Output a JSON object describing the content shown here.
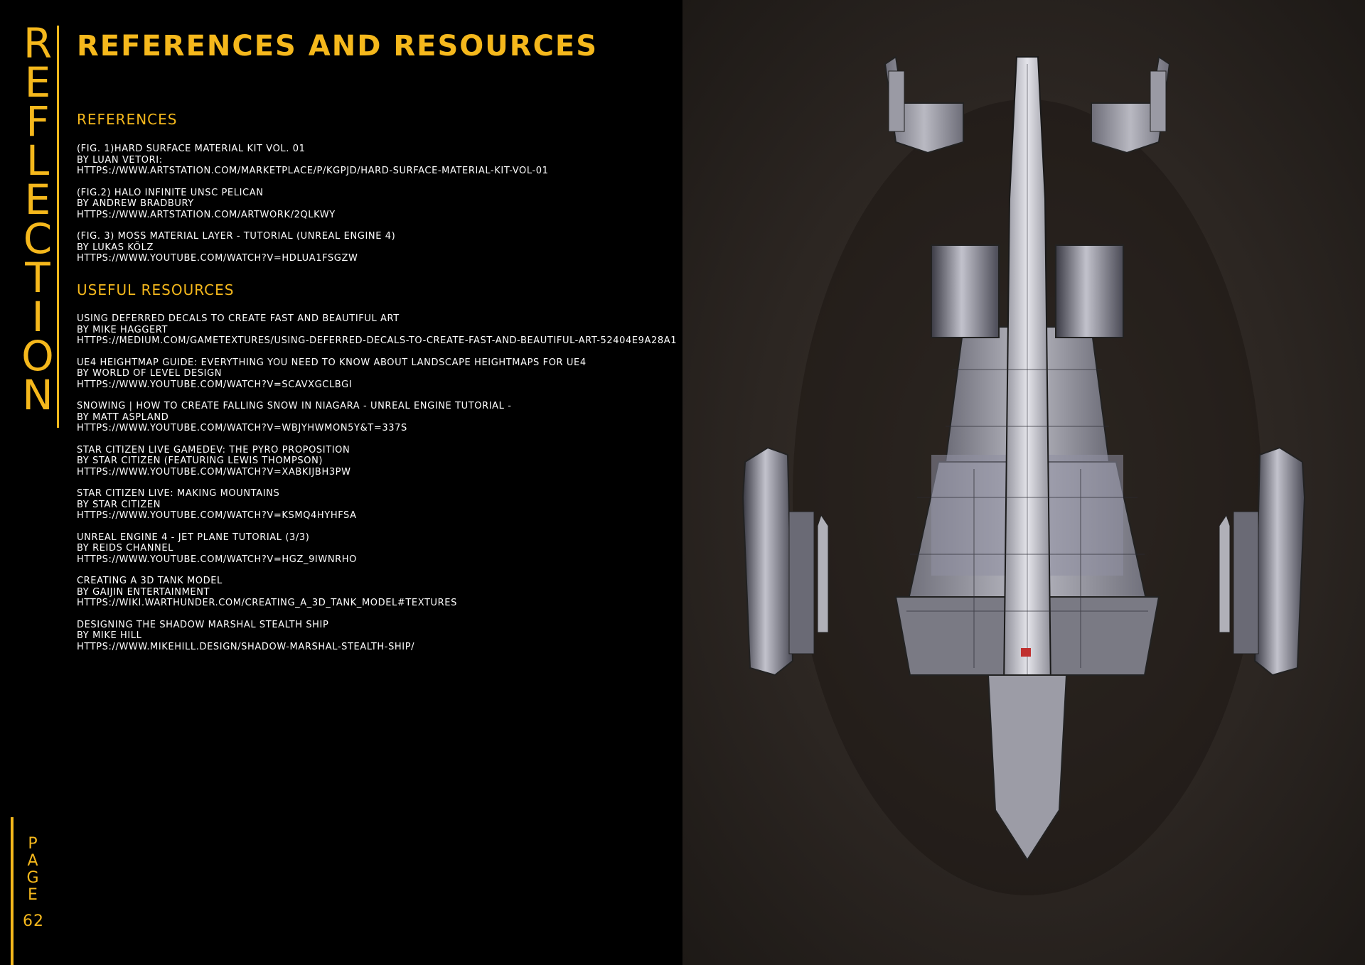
{
  "magazine": {
    "name_letters": [
      "R",
      "E",
      "F",
      "L",
      "E",
      "C",
      "T",
      "I",
      "O",
      "N"
    ],
    "page_letters": [
      "P",
      "A",
      "G",
      "E"
    ],
    "page_number": "62"
  },
  "header": {
    "title": "References and Resources"
  },
  "references": {
    "heading": "References",
    "items": [
      {
        "title": "(Fig. 1)Hard Surface Material Kit Vol. 01",
        "by": "By Luan Vetori:",
        "url": "https://www.artstation.com/marketplace/p/kgpJD/hard-surface-material-kit-vol-01"
      },
      {
        "title": "(Fig.2) Halo Infinite UNSC Pelican",
        "by": "By Andrew Bradbury",
        "url": "https://www.artstation.com/artwork/2qlkwY"
      },
      {
        "title": "(Fig. 3) Moss Material Layer - Tutorial (Unreal Engine 4)",
        "by": "By Lukas Kölz",
        "url": "https://www.youtube.com/watch?v=hdlua1fsgzw"
      }
    ]
  },
  "resources": {
    "heading": "Useful Resources",
    "items": [
      {
        "title": "Using Deferred Decals to Create Fast and Beautiful Art",
        "by": "By Mike Haggert",
        "url": "https://medium.com/gametextures/using-deferred-decals-to-create-fast-and-beautiful-art-52404e9a28a1"
      },
      {
        "title": "UE4 Heightmap Guide: Everything You Need to Know About Landscape Heightmaps for UE4",
        "by": "By World of Level Design",
        "url": "https://www.youtube.com/watch?v=scavxgclbgi"
      },
      {
        "title": "Snowing | How to create Falling Snow in Niagara - Unreal Engine Tutorial -",
        "by": "By Matt Aspland",
        "url": "https://www.youtube.com/watch?v=wbjyhwmon5y&t=337s"
      },
      {
        "title": "Star Citizen Live Gamedev: The Pyro Proposition",
        "by": "By Star Citizen (featuring Lewis Thompson)",
        "url": "https://www.youtube.com/watch?v=xabkijbh3pw"
      },
      {
        "title": "Star Citizen Live: Making Mountains",
        "by": "By Star Citizen",
        "url": "https://www.youtube.com/watch?v=ksmq4hyhfsa"
      },
      {
        "title": "Unreal Engine 4 - Jet Plane Tutorial (3/3)",
        "by": "By Reids Channel",
        "url": "https://www.youtube.com/watch?v=hgz_9iwnrho"
      },
      {
        "title": "Creating a 3D Tank Model",
        "by": "By Gaijin Entertainment",
        "url": "https://wiki.warthunder.com/Creating_a_3D_tank_model#Textures"
      },
      {
        "title": "Designing the Shadow Marshal Stealth Ship",
        "by": "By Mike Hill",
        "url": "https://www.mikehill.design/shadow-marshal-stealth-ship/"
      }
    ]
  },
  "colors": {
    "accent": "#f5b81c",
    "text": "#ffffff",
    "background": "#000000"
  },
  "image": {
    "subject": "top-down spaceship render"
  }
}
